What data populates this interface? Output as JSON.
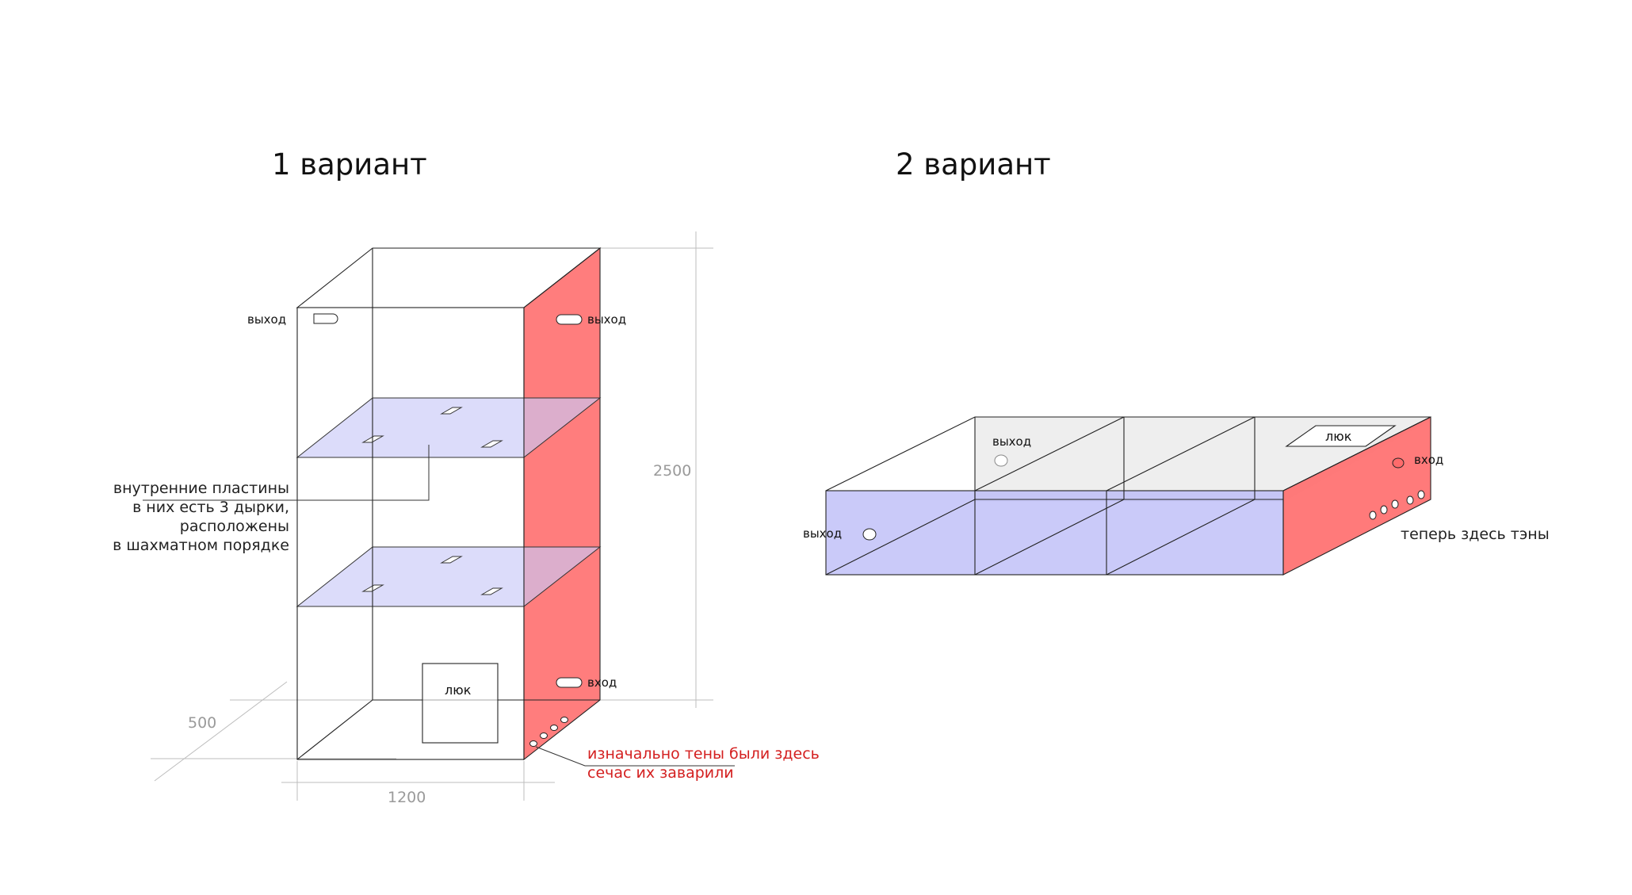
{
  "variant1": {
    "title": "1 вариант",
    "outlet_left": "выход",
    "outlet_right": "выход",
    "inlet": "вход",
    "hatch": "люк",
    "plates_note": [
      "внутренние пластины",
      "в них есть 3 дырки,",
      "расположены",
      "в шахматном порядке"
    ],
    "heaters_note": [
      "изначально тены были здесь",
      "сечас их заварили"
    ],
    "dim_height": "2500",
    "dim_depth": "500",
    "dim_width": "1200"
  },
  "variant2": {
    "title": "2 вариант",
    "outlet_top": "выход",
    "outlet_left": "выход",
    "inlet": "вход",
    "hatch": "люк",
    "heaters_note": "теперь здесь тэны"
  },
  "colors": {
    "heater_face": "#ff6b6b",
    "plate_fill": "#c9c9f7",
    "water_fill": "#b8b8f7",
    "top_fill": "#eeeeee",
    "note_red": "#d42020"
  }
}
